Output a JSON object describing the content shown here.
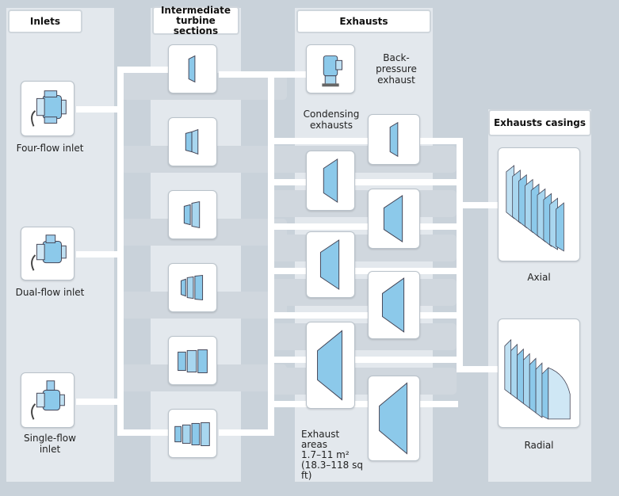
{
  "headers": {
    "inlets": "Inlets",
    "intermediate_line1": "Intermediate",
    "intermediate_line2": "turbine sections",
    "exhausts": "Exhausts",
    "exhaust_casings": "Exhausts casings"
  },
  "inlets": {
    "four_flow": "Four-flow inlet",
    "dual_flow": "Dual-flow inlet",
    "single_flow_line1": "Single-flow",
    "single_flow_line2": "inlet"
  },
  "exhausts": {
    "back_pressure_line1": "Back-",
    "back_pressure_line2": "pressure",
    "back_pressure_line3": "exhaust",
    "condensing_line1": "Condensing",
    "condensing_line2": "exhausts",
    "areas_line1": "Exhaust",
    "areas_line2": "areas",
    "areas_line3": "1.7–11 m²",
    "areas_line4": "(18.3–118 sq ft)"
  },
  "casings": {
    "axial": "Axial",
    "radial": "Radial"
  },
  "colors": {
    "background": "#c9d2da",
    "column": "#e3e8ed",
    "accent_blue": "#7fc3ea"
  }
}
